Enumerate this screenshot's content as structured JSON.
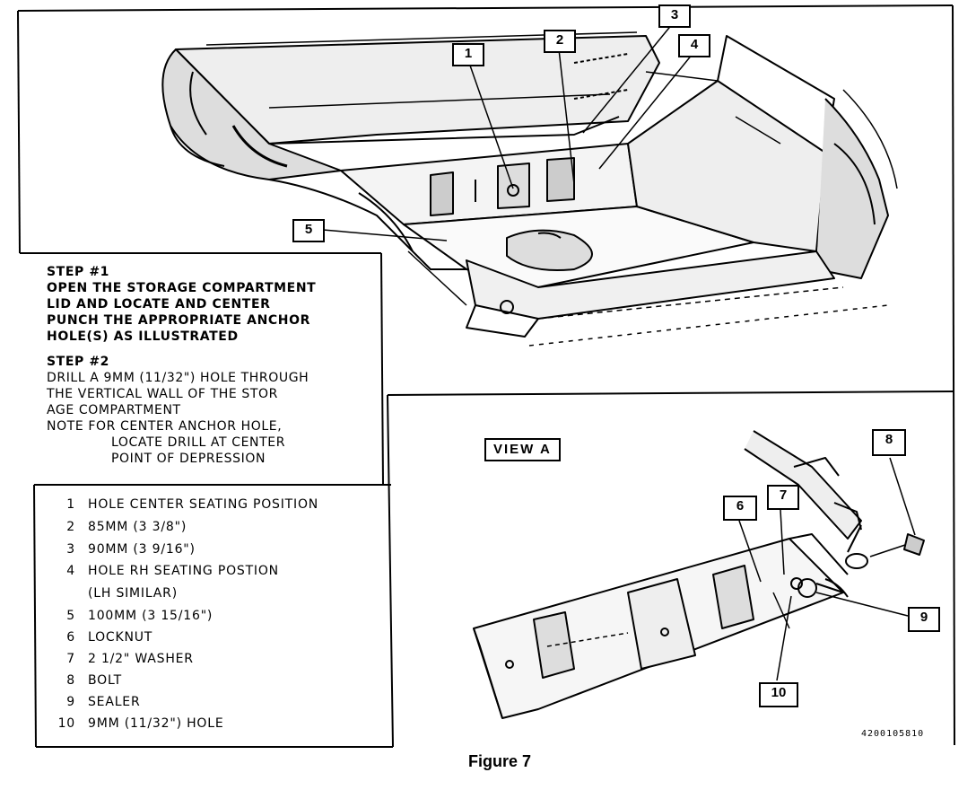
{
  "steps": {
    "step1_title": "STEP #1",
    "step1_lines": [
      "OPEN THE STORAGE COMPARTMENT",
      "LID AND LOCATE AND CENTER",
      "PUNCH THE APPROPRIATE ANCHOR",
      "HOLE(S) AS ILLUSTRATED"
    ],
    "step2_title": "STEP #2",
    "step2_lines": [
      "DRILL A 9MM (11/32\") HOLE THROUGH",
      "THE VERTICAL WALL OF THE STOR",
      "AGE COMPARTMENT"
    ],
    "note_lines": [
      "NOTE  FOR CENTER ANCHOR HOLE,",
      "LOCATE DRILL AT CENTER",
      "POINT OF DEPRESSION"
    ]
  },
  "legend": [
    {
      "num": "1",
      "text": "HOLE CENTER SEATING POSITION"
    },
    {
      "num": "2",
      "text": "85MM (3 3/8\")"
    },
    {
      "num": "3",
      "text": "90MM (3 9/16\")"
    },
    {
      "num": "4",
      "text": "HOLE RH SEATING POSTION"
    },
    {
      "num": "",
      "text": "(LH SIMILAR)"
    },
    {
      "num": "5",
      "text": "100MM (3 15/16\")"
    },
    {
      "num": "6",
      "text": "LOCKNUT"
    },
    {
      "num": "7",
      "text": "2 1/2\" WASHER"
    },
    {
      "num": "8",
      "text": "BOLT"
    },
    {
      "num": "9",
      "text": "SEALER"
    },
    {
      "num": "10",
      "text": "9MM (11/32\") HOLE"
    }
  ],
  "callouts": {
    "c1": "1",
    "c2": "2",
    "c3": "3",
    "c4": "4",
    "c5": "5",
    "c6": "6",
    "c7": "7",
    "c8": "8",
    "c9": "9",
    "c10": "10"
  },
  "view_label": "VIEW  A",
  "figure_caption": "Figure 7",
  "image_code": "4200105810"
}
